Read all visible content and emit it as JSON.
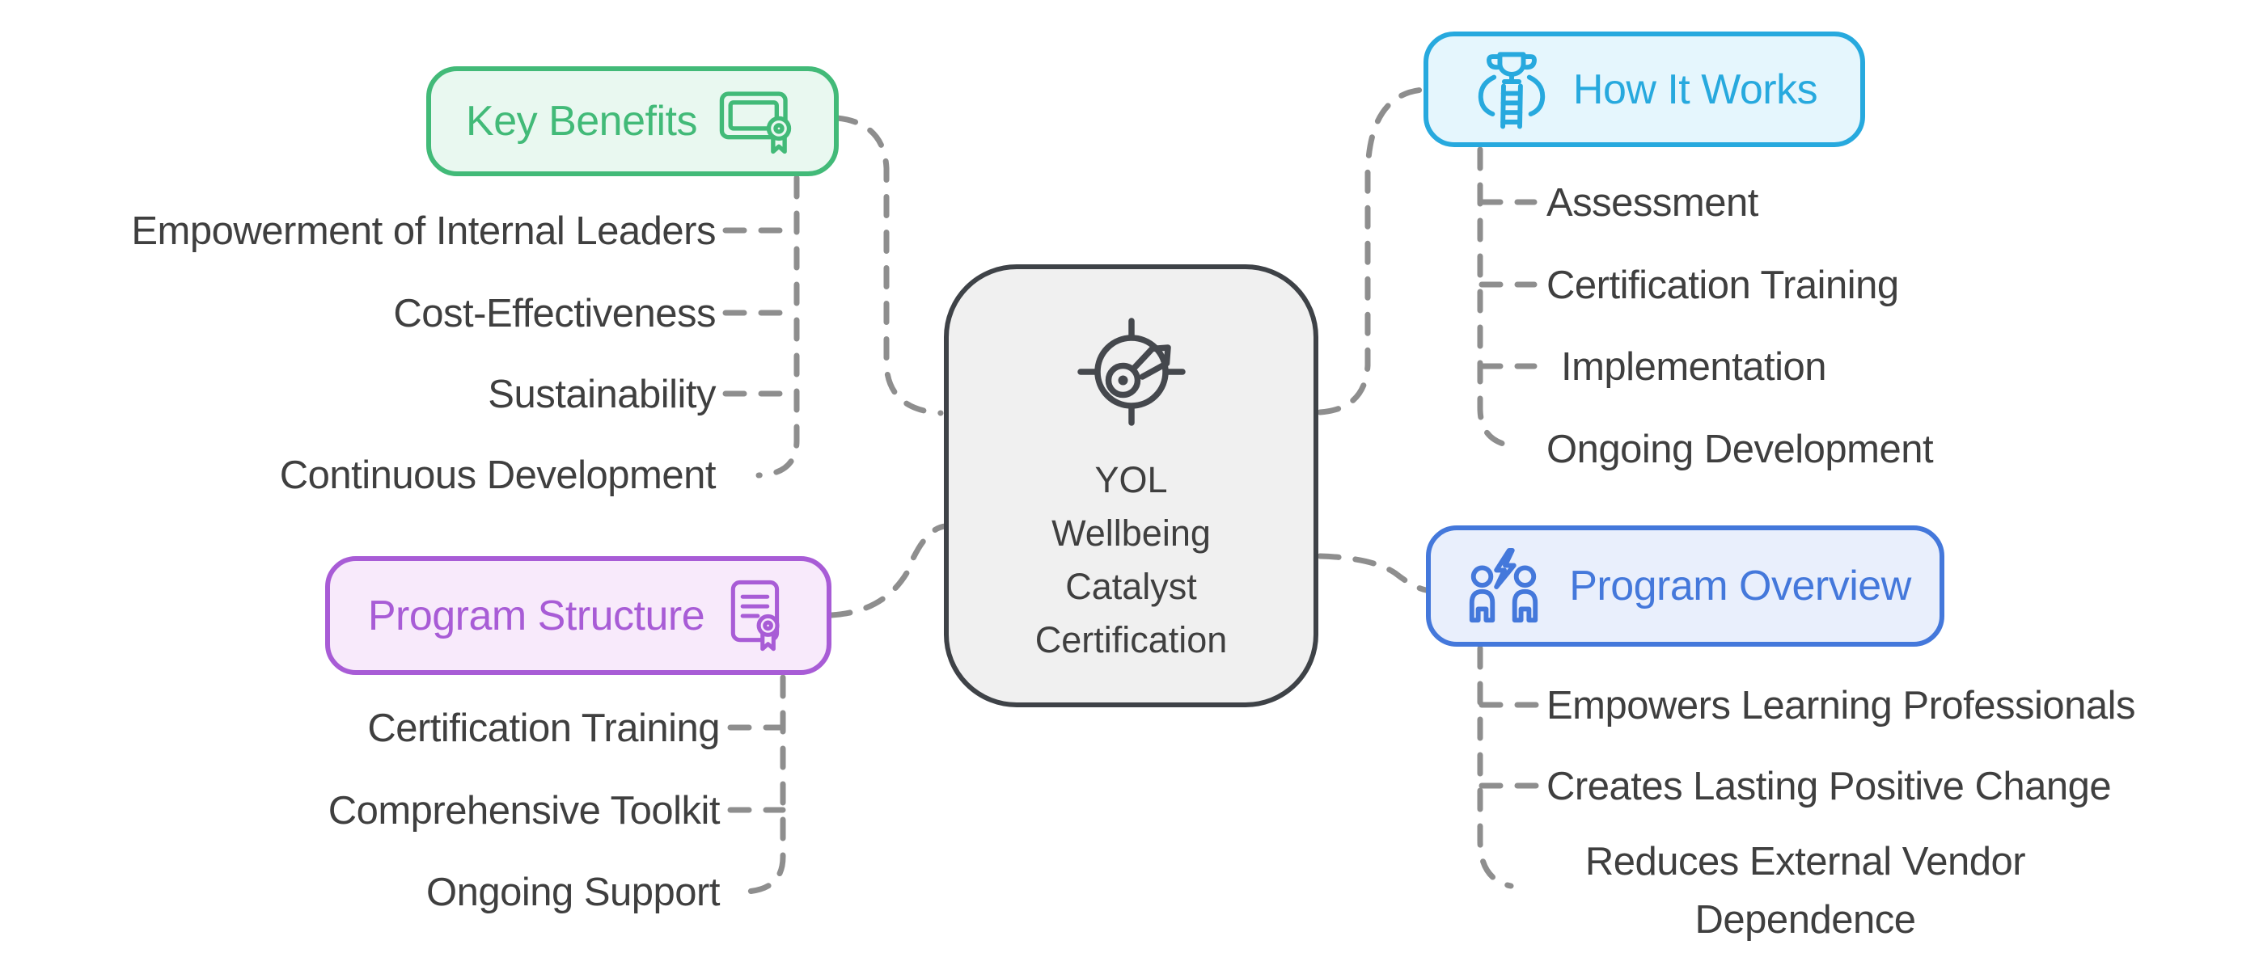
{
  "central": {
    "icon": "compass-target-icon",
    "lines": [
      "YOL",
      "Wellbeing",
      "Catalyst",
      "Certification"
    ]
  },
  "branches": [
    {
      "label": "Key Benefits",
      "icon": "certificate-award-icon",
      "color": "#42BA78",
      "bg": "#E9F8F0",
      "items": [
        "Empowerment of Internal Leaders",
        "Cost-Effectiveness",
        "Sustainability",
        "Continuous Development"
      ]
    },
    {
      "label": "Program Structure",
      "icon": "diploma-lines-icon",
      "color": "#A85CD6",
      "bg": "#F8EAFB",
      "items": [
        "Certification Training",
        "Comprehensive Toolkit",
        "Ongoing Support"
      ]
    },
    {
      "label": "How It Works",
      "icon": "trophy-ladder-icon",
      "color": "#27A9DE",
      "bg": "#E5F6FD",
      "items": [
        "Assessment",
        "Certification Training",
        "Implementation",
        "Ongoing Development"
      ]
    },
    {
      "label": "Program Overview",
      "icon": "people-energy-icon",
      "color": "#4478DB",
      "bg": "#E9EFFC",
      "items": [
        "Empowers Learning Professionals",
        "Creates Lasting Positive Change",
        "Reduces External Vendor Dependence"
      ]
    }
  ],
  "colors": {
    "central_border": "#3E4247",
    "central_bg": "#F0F0F0",
    "item_text": "#3F3F3F",
    "connector_gray": "#8E8E8E"
  }
}
